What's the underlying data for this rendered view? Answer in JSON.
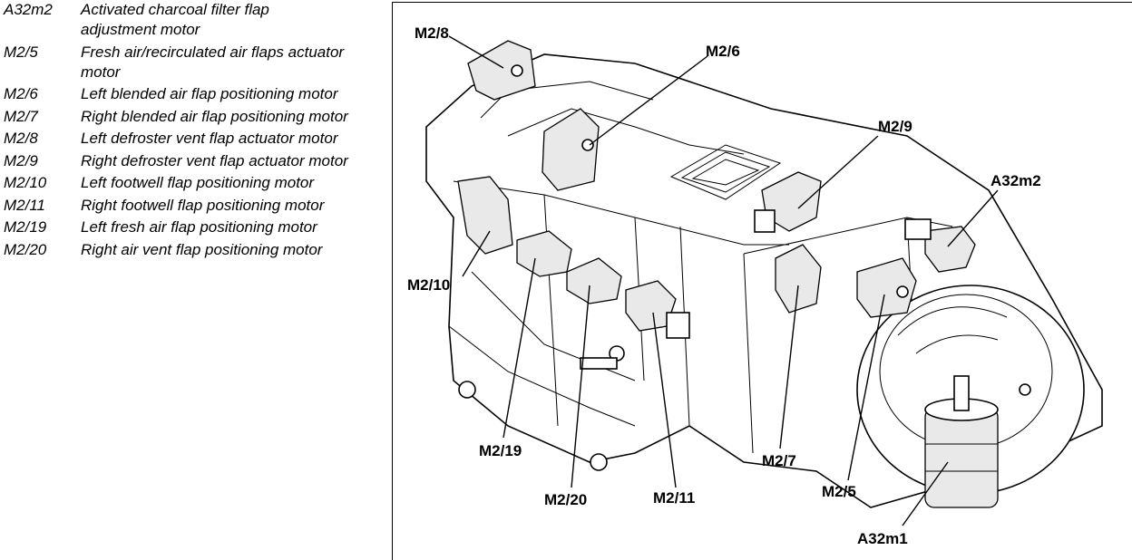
{
  "legend": [
    {
      "code": "A32m2",
      "description": "Activated charcoal filter flap adjustment motor"
    },
    {
      "code": "M2/5",
      "description": "Fresh air/recirculated air flaps actuator motor"
    },
    {
      "code": "M2/6",
      "description": "Left blended air flap positioning motor"
    },
    {
      "code": "M2/7",
      "description": "Right blended air flap positioning motor"
    },
    {
      "code": "M2/8",
      "description": "Left defroster vent flap actuator motor"
    },
    {
      "code": "M2/9",
      "description": "Right defroster vent flap actuator motor"
    },
    {
      "code": "M2/10",
      "description": "Left footwell flap positioning motor"
    },
    {
      "code": "M2/11",
      "description": "Right footwell flap positioning motor"
    },
    {
      "code": "M2/19",
      "description": "Left fresh air flap positioning motor"
    },
    {
      "code": "M2/20",
      "description": "Right air vent flap positioning motor"
    }
  ],
  "callouts": {
    "m2_8": "M2/8",
    "m2_6": "M2/6",
    "m2_9": "M2/9",
    "a32m2": "A32m2",
    "m2_10": "M2/10",
    "m2_19": "M2/19",
    "m2_20": "M2/20",
    "m2_11": "M2/11",
    "m2_7": "M2/7",
    "m2_5": "M2/5",
    "a32m1": "A32m1"
  }
}
